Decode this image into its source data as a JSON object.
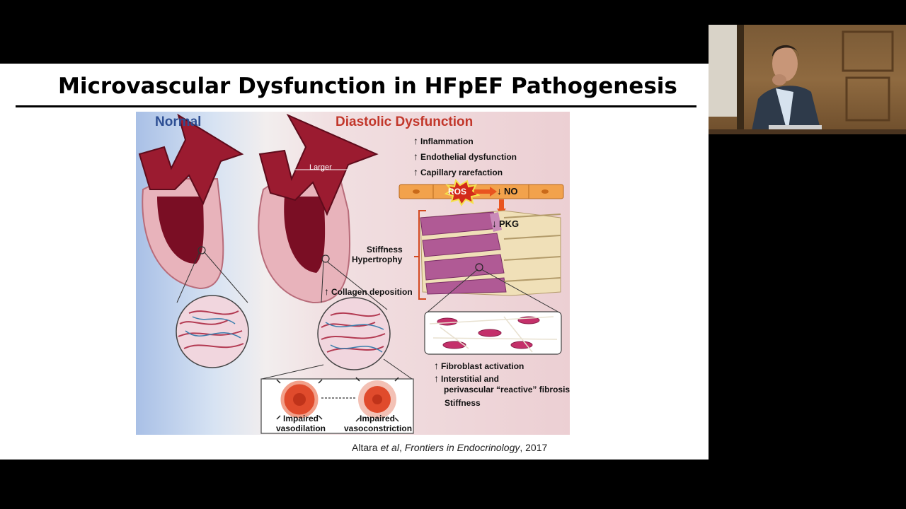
{
  "slide": {
    "title": "Microvascular Dysfunction in HFpEF Pathogenesis",
    "citation": {
      "author": "Altara ",
      "etal": "et al",
      "sep": ", ",
      "journal": "Frontiers in Endocrinology",
      "year": ", 2017"
    }
  },
  "figure": {
    "normal_label": "Normal",
    "dd_label": "Diastolic Dysfunction",
    "larger_label": "Larger",
    "up_arrow": "↑",
    "down_arrow": "↓",
    "top_bullets": [
      "Inflammation",
      "Endothelial dysfunction",
      "Capillary rarefaction"
    ],
    "ros": "ROS",
    "no": "NO",
    "pkg": "PKG",
    "stiffness": "Stiffness",
    "hypertrophy": "Hypertrophy",
    "collagen": "Collagen deposition",
    "bottom_bullets": {
      "fibroblast": "Fibroblast activation",
      "interstitial_1": "Interstitial and",
      "interstitial_2": "perivascular “reactive” fibrosis",
      "stiffness": "Stiffness"
    },
    "impaired_1": "Impaired",
    "vasodilation": "vasodilation",
    "impaired_2": "Impaired",
    "vasoconstriction": "vasoconstriction"
  }
}
